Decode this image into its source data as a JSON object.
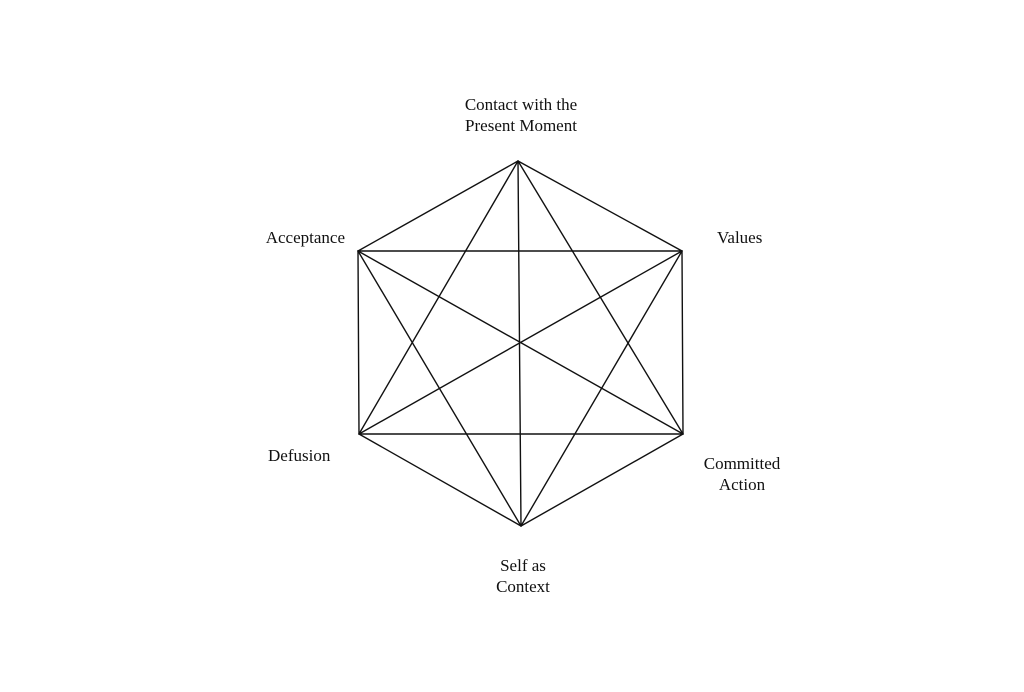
{
  "diagram": {
    "nodes": [
      {
        "id": "contact",
        "lines": [
          "Contact with the",
          "Present Moment"
        ]
      },
      {
        "id": "values",
        "lines": [
          "Values"
        ]
      },
      {
        "id": "committed",
        "lines": [
          "Committed",
          "Action"
        ]
      },
      {
        "id": "self",
        "lines": [
          "Self as",
          "Context"
        ]
      },
      {
        "id": "defusion",
        "lines": [
          "Defusion"
        ]
      },
      {
        "id": "acceptance",
        "lines": [
          "Acceptance"
        ]
      }
    ],
    "edges": "all pairs connected (hexagon with all diagonals)",
    "line_color": "#111111"
  }
}
